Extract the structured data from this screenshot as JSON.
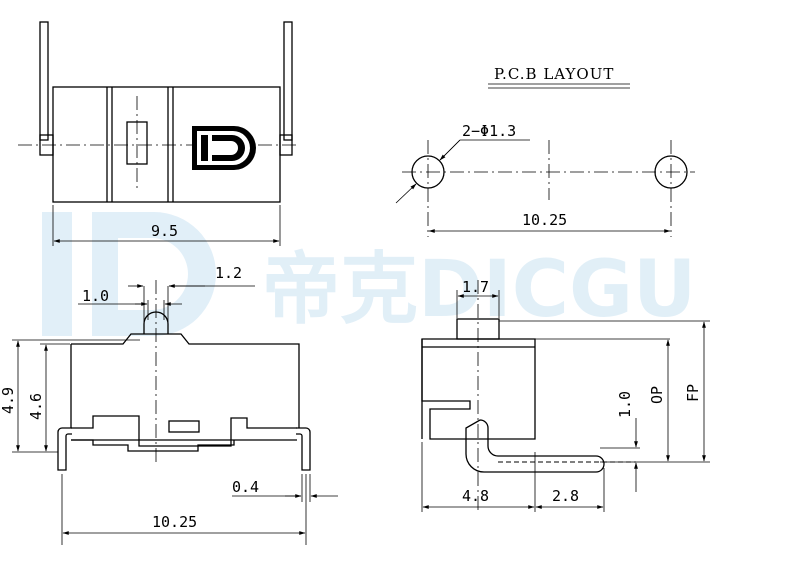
{
  "watermark": {
    "text": "帝克DICGU",
    "color": "#c9e2f2"
  },
  "pcb_layout": {
    "title": "P.C.B  LAYOUT",
    "hole_note": "2−Φ1.3",
    "hole_pitch": "10.25"
  },
  "top_view": {
    "body_width": "9.5",
    "logo": "logo-icon"
  },
  "front_view": {
    "dim_1_2": "1.2",
    "dim_1_0": "1.0",
    "dim_4_9": "4.9",
    "dim_4_6": "4.6",
    "dim_0_4": "0.4",
    "dim_10_25": "10.25"
  },
  "side_view": {
    "dim_1_7": "1.7",
    "dim_1_0": "1.0",
    "label_op": "OP",
    "label_fp": "FP",
    "dim_4_8": "4.8",
    "dim_2_8": "2.8"
  }
}
